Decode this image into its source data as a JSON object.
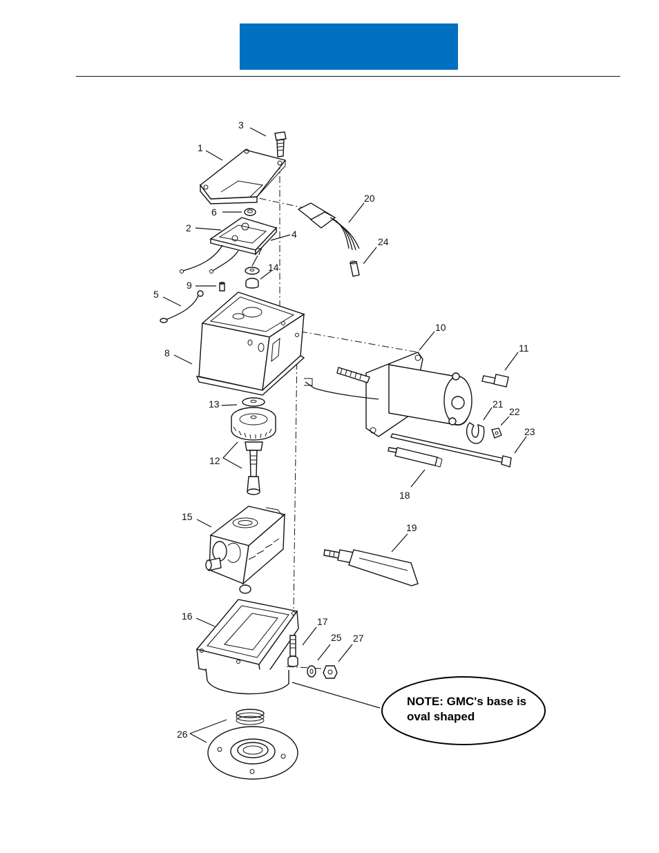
{
  "header": {
    "banner_color": "#0070C0",
    "rule_color": "#111111"
  },
  "note": {
    "line1": "NOTE:  GMC's base is",
    "line2": "oval shaped"
  },
  "callouts": {
    "c1": "1",
    "c2": "2",
    "c3": "3",
    "c4": "4",
    "c5": "5",
    "c6": "6",
    "c7": "7",
    "c8": "8",
    "c9": "9",
    "c10": "10",
    "c11": "11",
    "c12": "12",
    "c13": "13",
    "c14": "14",
    "c15": "15",
    "c16": "16",
    "c17": "17",
    "c18": "18",
    "c19": "19",
    "c20": "20",
    "c21": "21",
    "c22": "22",
    "c23": "23",
    "c24": "24",
    "c25": "25",
    "c26": "26",
    "c27": "27"
  }
}
